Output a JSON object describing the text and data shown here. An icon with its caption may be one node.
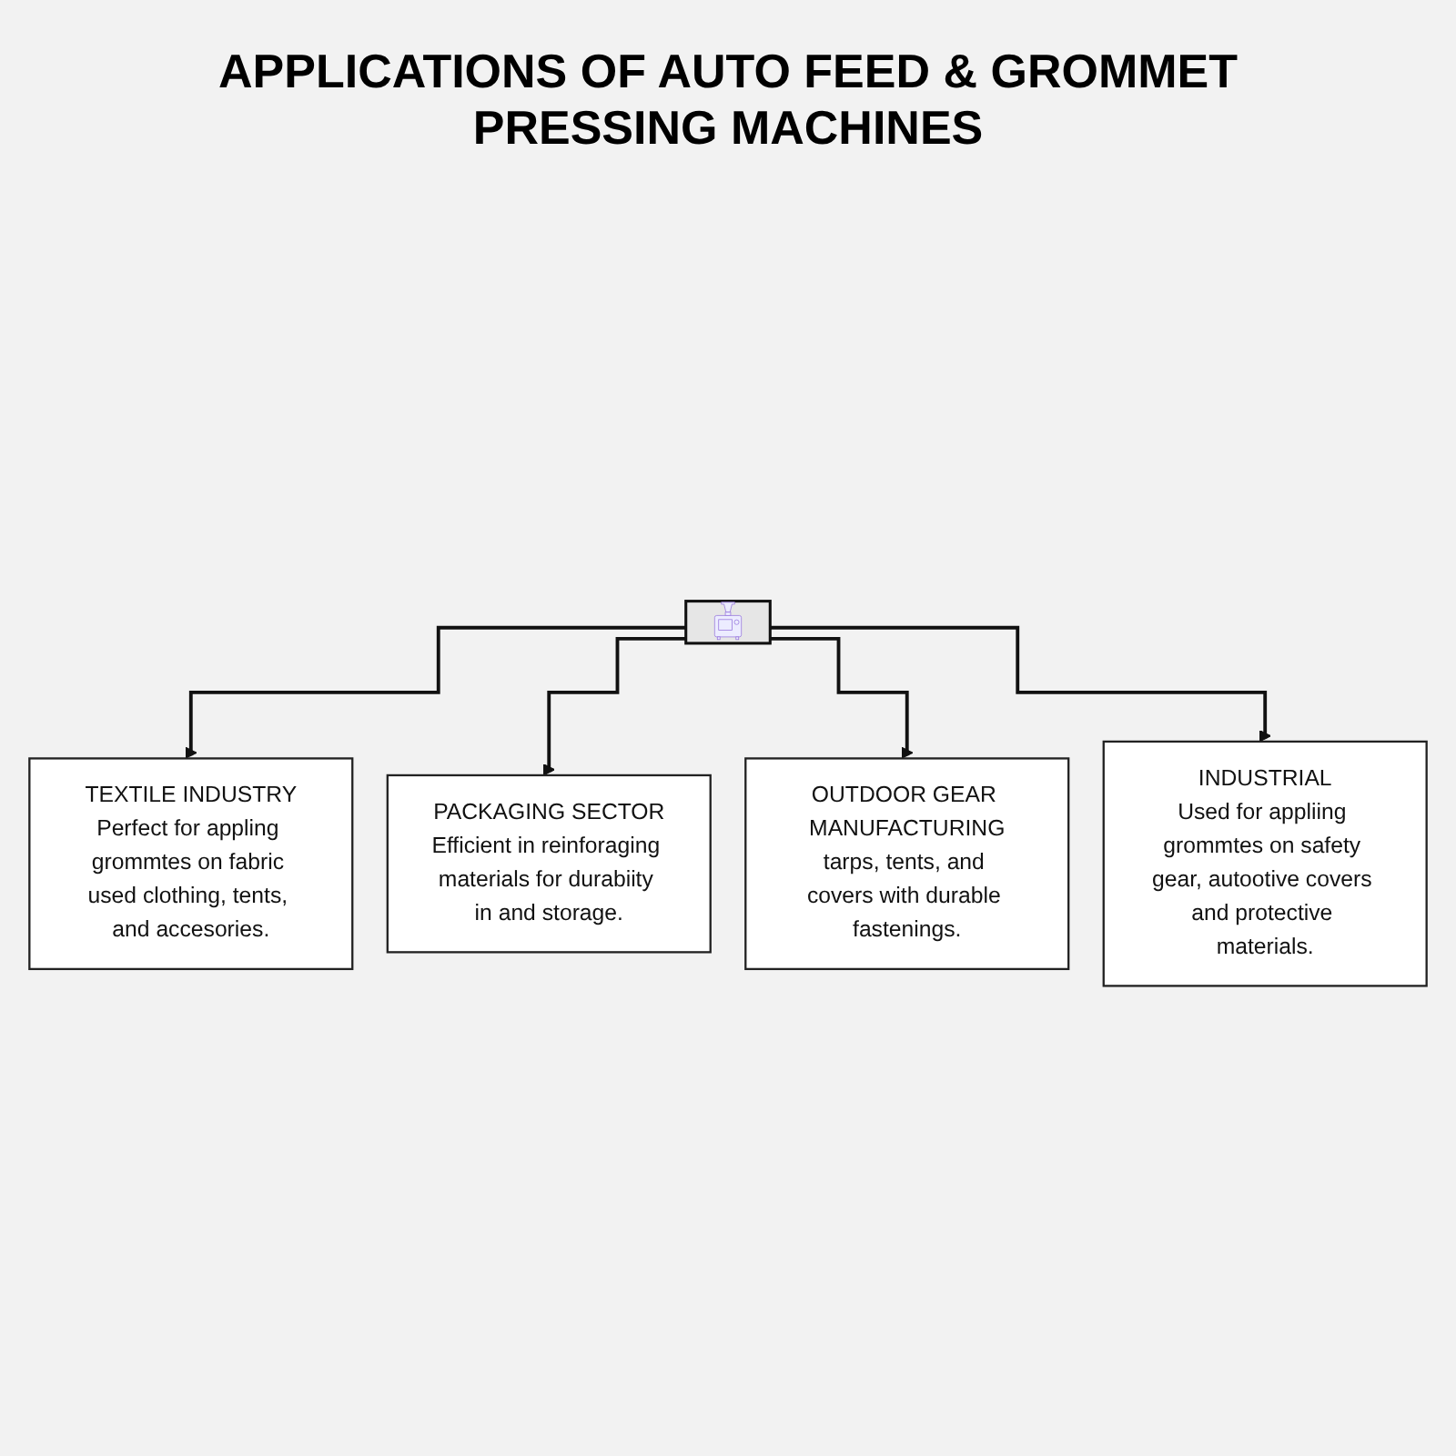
{
  "diagram": {
    "title": "APPLICATIONS OF AUTO FEED & GROMMET PRESSING MACHINES",
    "nodes": [
      {
        "text": [],
        "shape": "picture"
      },
      {
        "text": [
          "TEXTILE INDUSTRY",
          "Perfect for appling grommtes on fabric used clothing, tents, and accesories."
        ]
      },
      {
        "text": [
          "PACKAGING SECTOR",
          "Efficient in reinforaging materials for durabiity in and storage."
        ]
      },
      {
        "text": [
          "OUTDOOR GEAR MANUFACTURING",
          "tarps, tents, and covers with durable fastenings."
        ]
      },
      {
        "text": [
          "INDUSTRIAL",
          "Used for appliing grommtes on safety gear, autootive covers and protective materials."
        ]
      }
    ],
    "edges": [
      {
        "from": 0,
        "to": 1,
        "arrow": "to"
      },
      {
        "from": 0,
        "to": 2,
        "arrow": "to"
      },
      {
        "from": 0,
        "to": 3,
        "arrow": "to"
      },
      {
        "from": 0,
        "to": 4,
        "arrow": "to"
      }
    ]
  }
}
